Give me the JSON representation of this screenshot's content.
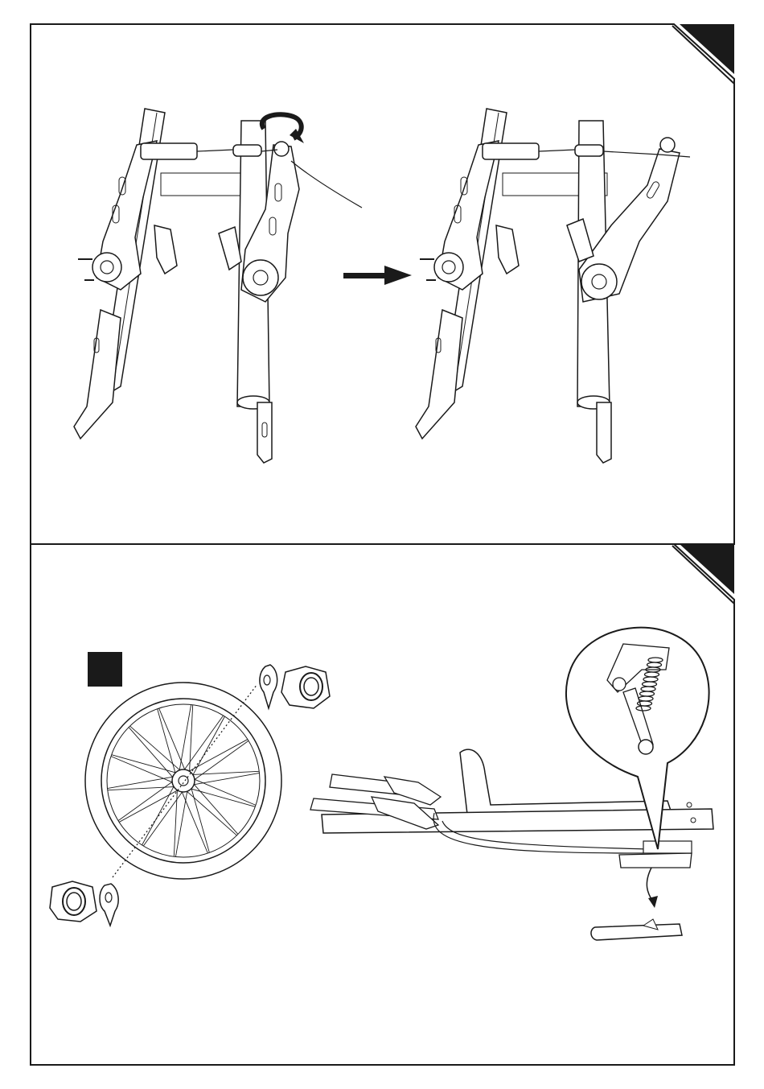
{
  "page": {
    "background": "#ffffff",
    "ink": "#1a1a1a",
    "fill_dark": "#1a1a1a"
  },
  "panels": [
    {
      "name": "brake-cable-adjust-panel",
      "figures": [
        "brake-before",
        "brake-after"
      ],
      "icons": [
        "rotate-arrow-icon",
        "transition-arrow-icon"
      ]
    },
    {
      "name": "wheel-and-frame-panel",
      "figures": [
        "wheel-assembly",
        "scooter-frame",
        "spring-detail-callout"
      ],
      "icons": [
        "black-marker-square-icon",
        "curved-arrow-icon"
      ]
    }
  ]
}
